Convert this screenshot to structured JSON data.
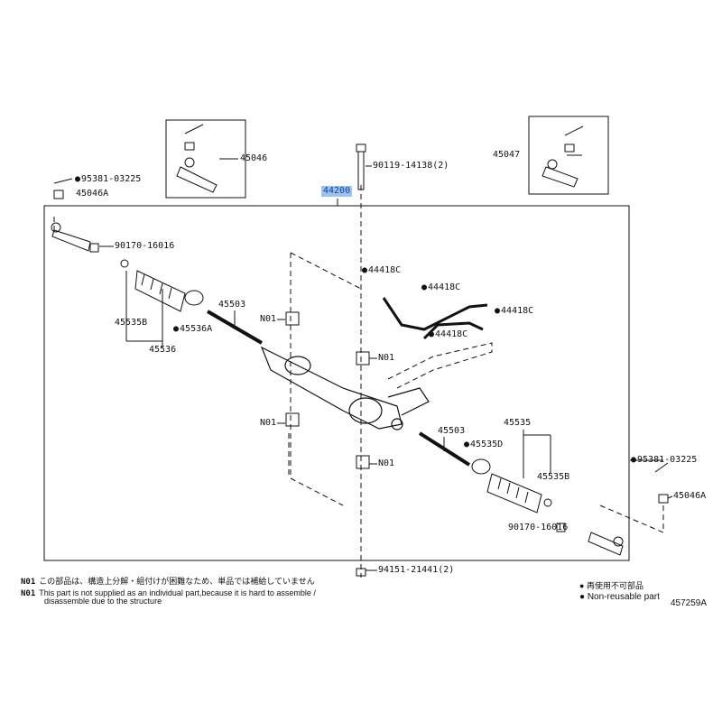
{
  "labels": {
    "p45046": "45046",
    "p45047": "45047",
    "p90119": "90119-14138(2)",
    "p44200": "44200",
    "p95381_l": "95381-03225",
    "p45046A_l": "45046A",
    "p90170_l": "90170-16016",
    "p45503_l": "45503",
    "p45535B_l": "45535B",
    "p45536A": "45536A",
    "p45536": "45536",
    "p44418C_1": "44418C",
    "p44418C_2": "44418C",
    "p44418C_3": "44418C",
    "p44418C_4": "44418C",
    "n01_1": "N01",
    "n01_2": "N01",
    "n01_3": "N01",
    "n01_4": "N01",
    "p45503_r": "45503",
    "p45535": "45535",
    "p45535D": "45535D",
    "p45535B_r": "45535B",
    "p95381_r": "95381-03225",
    "p45046A_r": "45046A",
    "p90170_r": "90170-16016",
    "p94151": "94151-21441(2)"
  },
  "notes": {
    "code": "N01",
    "jp": "この部品は、構造上分解・組付けが困難なため、単品では補給していません",
    "en1": "This part is not supplied as an individual part,because it is hard to assemble /",
    "en2": "disassemble due to the structure"
  },
  "legend": {
    "jp": "再使用不可部品",
    "en": "Non-reusable part",
    "symbol": "●"
  },
  "figure_id": "457259A",
  "colors": {
    "highlight": "#9cc3f0"
  }
}
